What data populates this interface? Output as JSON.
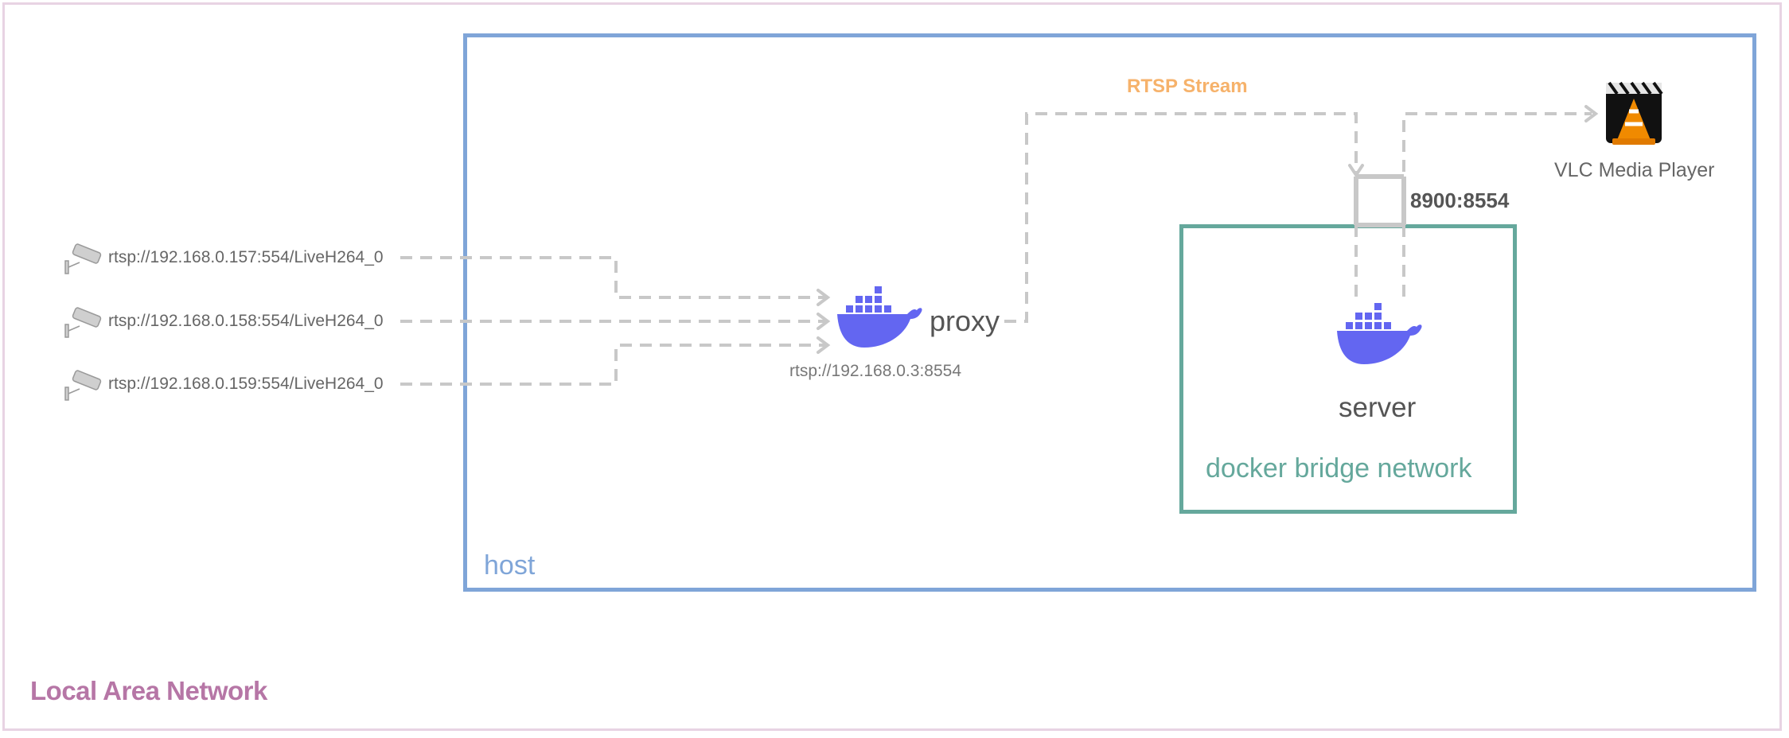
{
  "regions": {
    "lan": "Local Area Network",
    "host": "host",
    "bridge": "docker bridge network"
  },
  "cameras": [
    {
      "url": "rtsp://192.168.0.157:554/LiveH264_0",
      "icon": "security-camera-icon"
    },
    {
      "url": "rtsp://192.168.0.158:554/LiveH264_0",
      "icon": "security-camera-icon"
    },
    {
      "url": "rtsp://192.168.0.159:554/LiveH264_0",
      "icon": "security-camera-icon"
    }
  ],
  "proxy": {
    "name": "proxy",
    "address": "rtsp://192.168.0.3:8554",
    "icon": "docker-whale-icon"
  },
  "server": {
    "name": "server",
    "icon": "docker-whale-icon"
  },
  "stream": {
    "label": "RTSP Stream",
    "port_mapping": "8900:8554"
  },
  "player": {
    "name": "VLC Media Player",
    "icon": "vlc-cone-icon"
  },
  "colors": {
    "lan": "#b676a6",
    "lan_border": "#e8d3e3",
    "host": "#7fa5d8",
    "bridge": "#65a89c",
    "docker": "#6366f1",
    "stream": "#f6b26b",
    "connector": "#c8c8c8"
  }
}
